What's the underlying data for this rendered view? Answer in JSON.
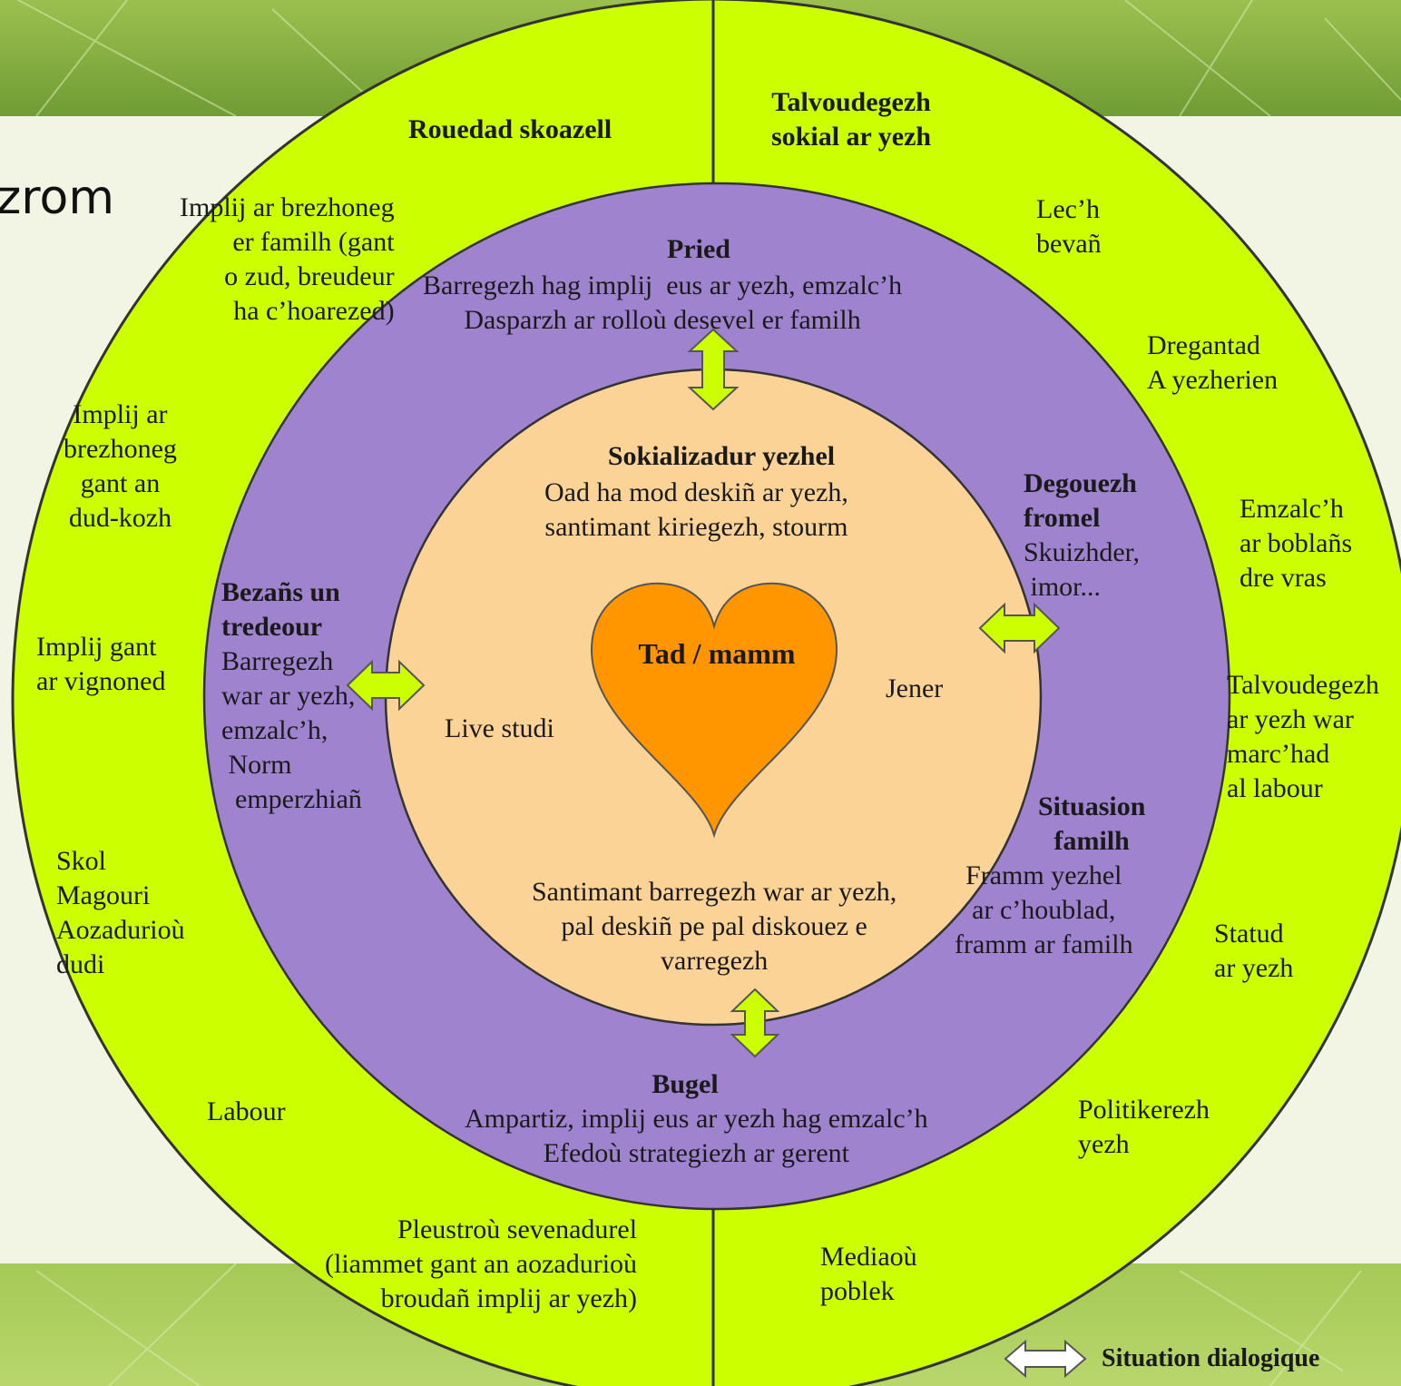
{
  "slide_fragment": "zrom",
  "outer_ring": {
    "header_left": "Rouedad skoazell",
    "header_right": "Talvoudegezh\nsokial ar yezh",
    "left_items": [
      "Implij ar brezhoneg\ner familh (gant\no zud, breudeur\nha c’hoarezed)",
      "Implij ar\nbrezhoneg\ngant an\ndud-kozh",
      "Implij gant\nar vignoned",
      "Skol\nMagouri\nAozadurioù\ndudi",
      "Labour",
      "Pleustroù sevenadurel\n(liammet gant an aozadurioù\nbroudañ implij ar yezh)"
    ],
    "right_items": [
      "Lec’h\nbevañ",
      "Dregantad\nA yezherien",
      "Emzalc’h\nar boblañs\ndre vras",
      "Talvoudegezh\nar yezh war\nmarc’had\nal labour",
      "Statud\nar yezh",
      "Politikerezh\nyezh",
      "Mediaoù\npoblek"
    ]
  },
  "middle_ring": {
    "pried_title": "Pried",
    "pried_text": "Barregezh hag implij  eus ar yezh, emzalc’h\nDasparzh ar rolloù desevel er familh",
    "bezans_title": "Bezañs un\ntredeour",
    "bezans_text": "Barregezh\nwar ar yezh,\nemzalc’h,\n Norm\n  emperzhiañ",
    "degouezh_title": "Degouezh\nfromel",
    "degouezh_text": "Skuizhder,\n imor...",
    "situasion_title": "Situasion\nfamilh",
    "situasion_text": "Framm yezhel\nar c’houblad,\nframm ar familh",
    "bugel_title": "Bugel",
    "bugel_text": "Ampartiz, implij eus ar yezh hag emzalc’h\nEfedoù strategiezh ar gerent"
  },
  "inner_circle": {
    "title": "Sokializadur yezhel",
    "text": "Oad ha mod deskiñ ar yezh,\nsantimant kiriegezh, stourm",
    "live_studi": "Live studi",
    "jener": "Jener",
    "bottom_text": "Santimant barregezh war ar yezh,\npal deskiñ pe pal diskouez e\nvarregezh"
  },
  "center": {
    "heart_label": "Tad / mamm"
  },
  "legend": {
    "label": "Situation dialogique"
  },
  "colors": {
    "outer_ring": "#ccff00",
    "middle_ring": "#a083cf",
    "inner_circle": "#fbd396",
    "heart": "#ff9600",
    "arrow": "#ccff00",
    "banner": "#6d9a32"
  },
  "icons": [
    "double-arrow-icon",
    "heart-icon"
  ]
}
